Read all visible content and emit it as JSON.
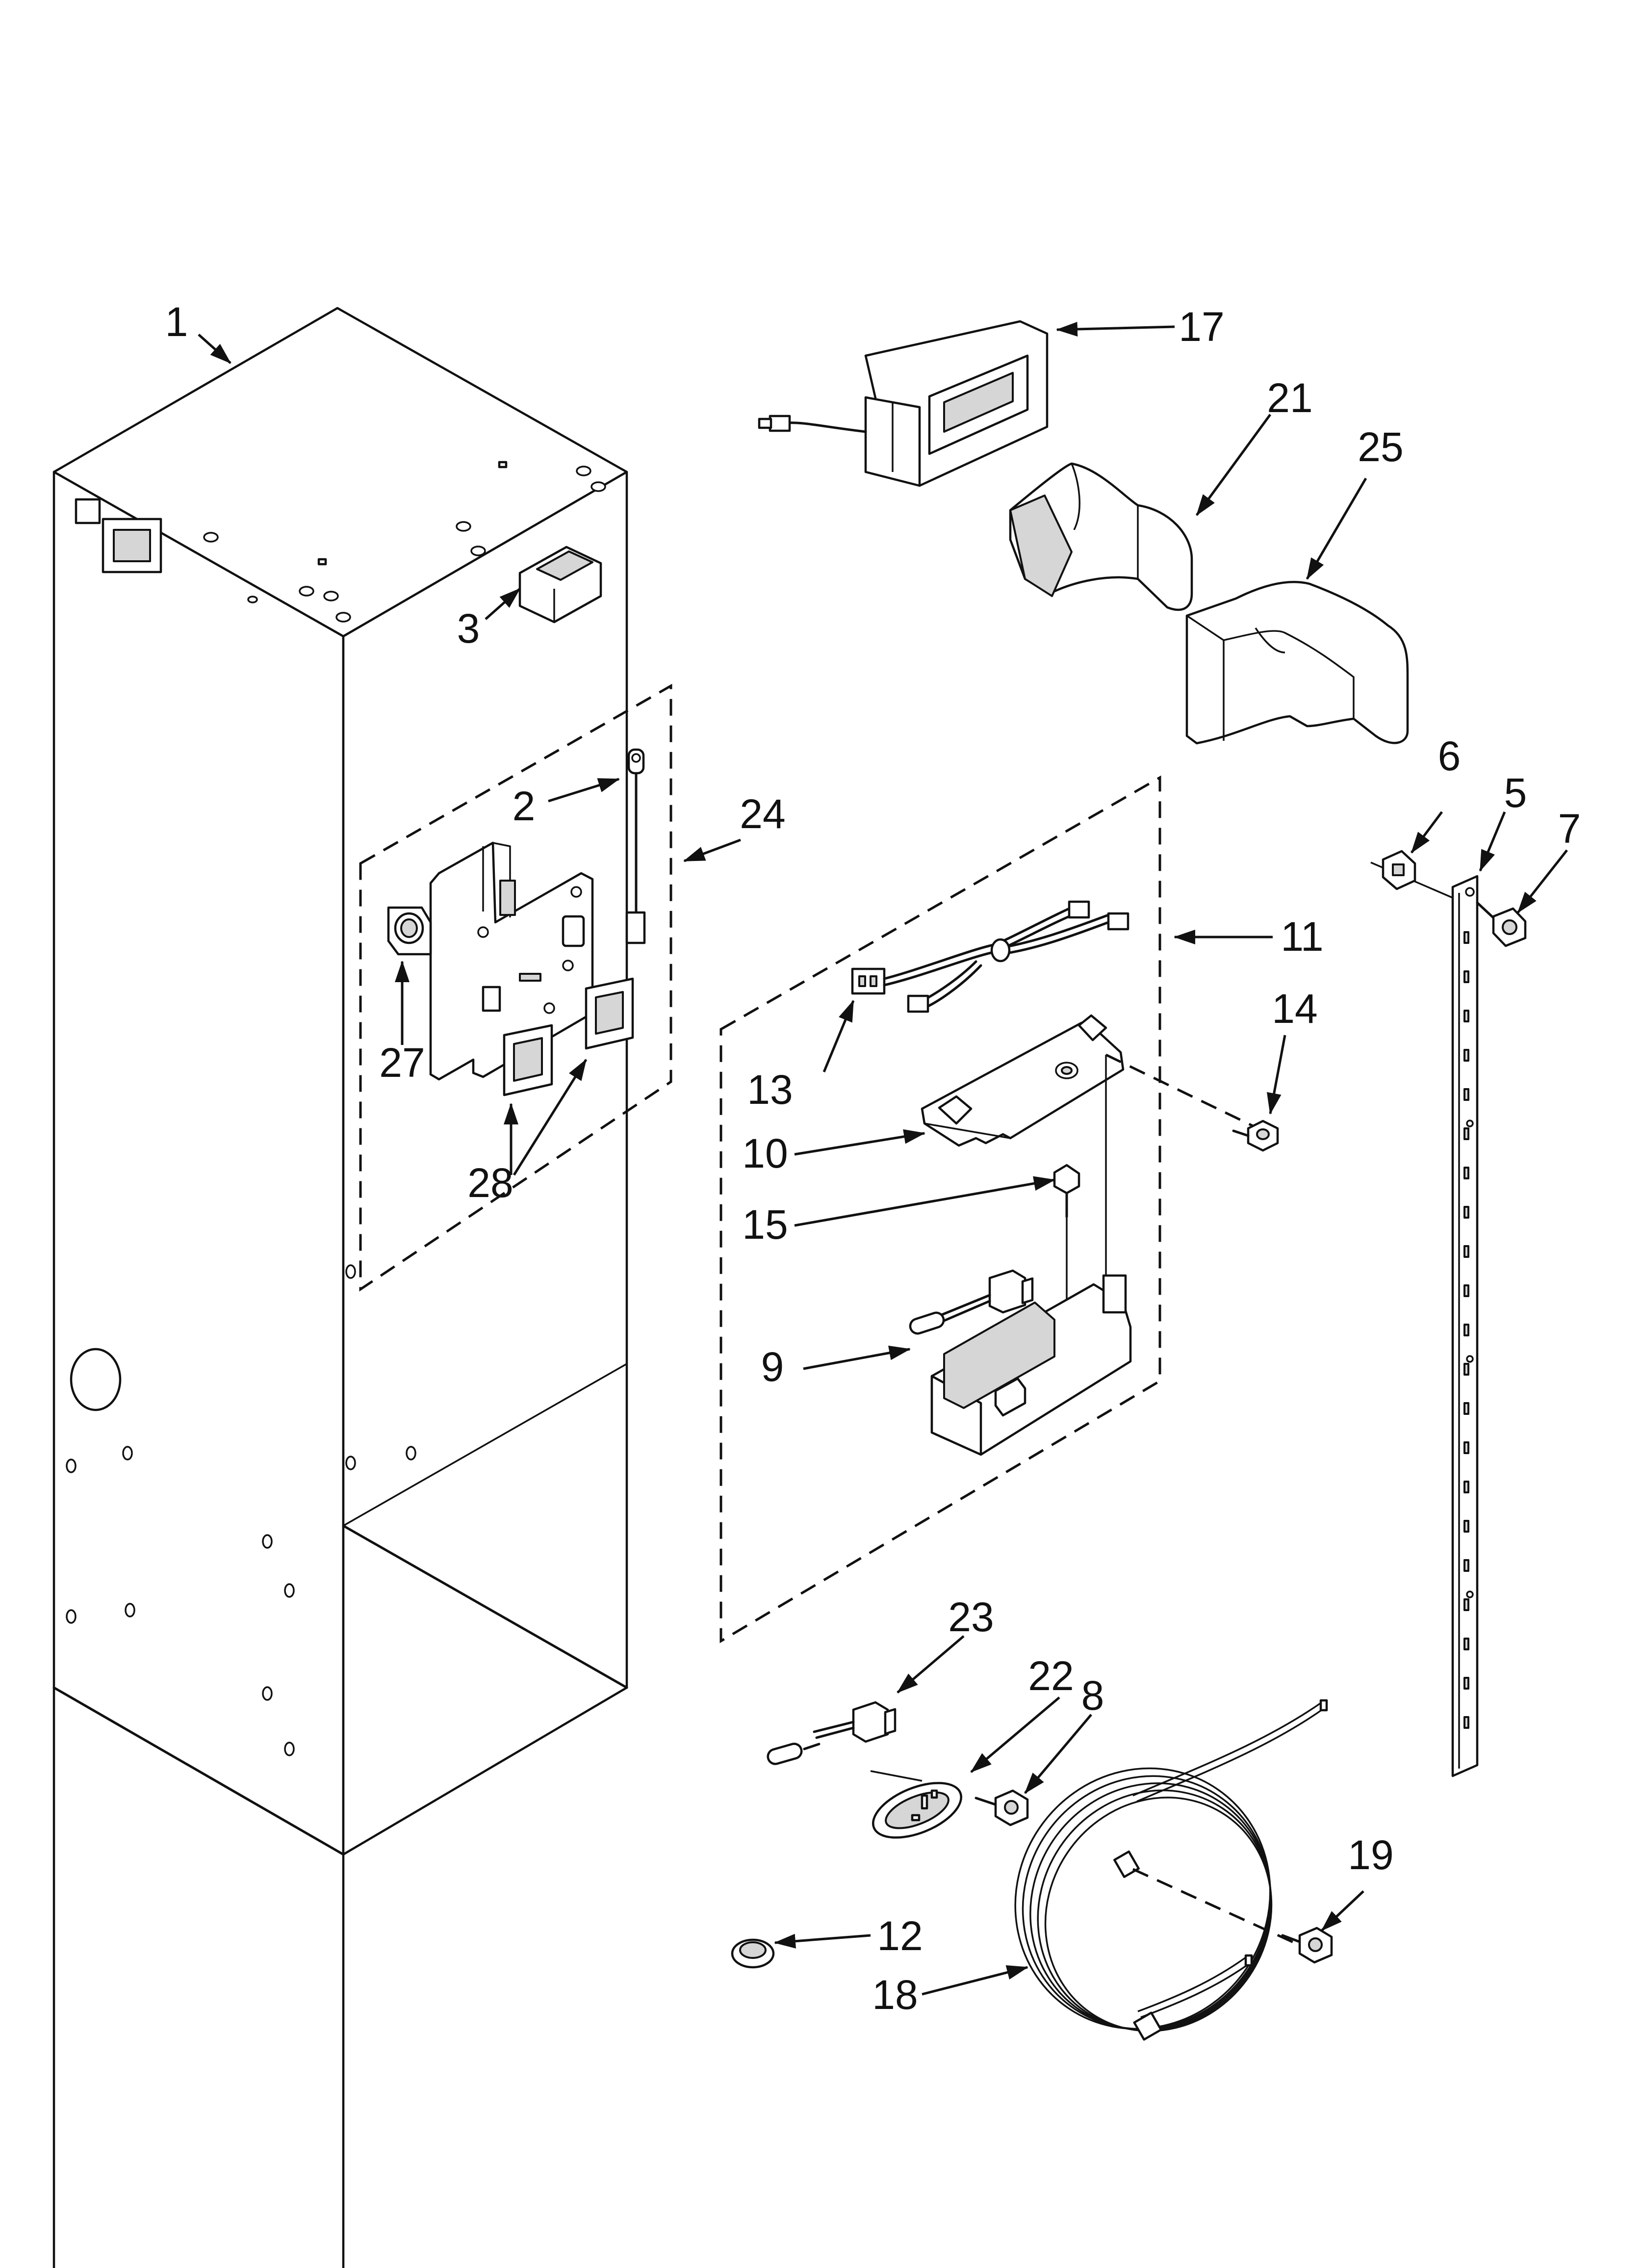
{
  "diagram": {
    "callouts": [
      {
        "id": "c1",
        "label": "1"
      },
      {
        "id": "c2",
        "label": "2"
      },
      {
        "id": "c3",
        "label": "3"
      },
      {
        "id": "c5",
        "label": "5"
      },
      {
        "id": "c6",
        "label": "6"
      },
      {
        "id": "c7",
        "label": "7"
      },
      {
        "id": "c8",
        "label": "8"
      },
      {
        "id": "c9",
        "label": "9"
      },
      {
        "id": "c10",
        "label": "10"
      },
      {
        "id": "c11",
        "label": "11"
      },
      {
        "id": "c12",
        "label": "12"
      },
      {
        "id": "c13",
        "label": "13"
      },
      {
        "id": "c14",
        "label": "14"
      },
      {
        "id": "c15",
        "label": "15"
      },
      {
        "id": "c17",
        "label": "17"
      },
      {
        "id": "c18",
        "label": "18"
      },
      {
        "id": "c19",
        "label": "19"
      },
      {
        "id": "c21",
        "label": "21"
      },
      {
        "id": "c22",
        "label": "22"
      },
      {
        "id": "c23",
        "label": "23"
      },
      {
        "id": "c24",
        "label": "24"
      },
      {
        "id": "c25",
        "label": "25"
      },
      {
        "id": "c27",
        "label": "27"
      },
      {
        "id": "c28",
        "label": "28"
      }
    ]
  }
}
